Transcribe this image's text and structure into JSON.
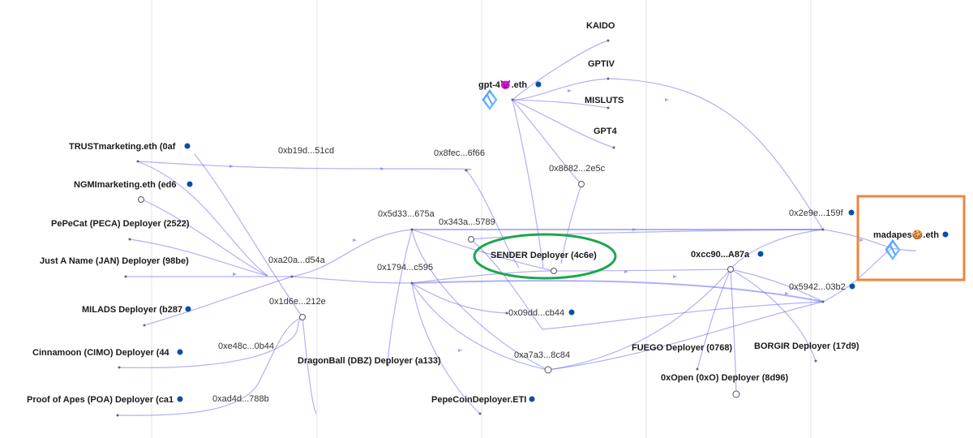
{
  "nodes": {
    "kaido": {
      "label": "KAIDO"
    },
    "gptiv": {
      "label": "GPTIV"
    },
    "misluts": {
      "label": "MISLUTS"
    },
    "gpt4": {
      "label": "GPT4"
    },
    "gpt4eth": {
      "label": "gpt-4😈.eth"
    },
    "trust": {
      "label": "TRUSTmarketing.eth (0af"
    },
    "ngmi": {
      "label": "NGMImarketing.eth (ed6"
    },
    "pepecat": {
      "label": "PePeCat (PECA) Deployer (2522)"
    },
    "jan": {
      "label": "Just A Name (JAN) Deployer (98be)"
    },
    "milads": {
      "label": "MILADS Deployer (b287"
    },
    "cimo": {
      "label": "Cinnamoon (CIMO) Deployer (44"
    },
    "poa": {
      "label": "Proof of Apes (POA) Deployer (ca1"
    },
    "b19d": {
      "label": "0xb19d...51cd"
    },
    "a20a": {
      "label": "0xa20a...d54a"
    },
    "d1e6": {
      "label": "0x1d6e...212e"
    },
    "e48c": {
      "label": "0xe48c...0b44"
    },
    "ad4d": {
      "label": "0xad4d...788b"
    },
    "f8fec": {
      "label": "0x8fec...6f66"
    },
    "a8682": {
      "label": "0x8682...2e5c"
    },
    "d5d33": {
      "label": "0x5d33...675a"
    },
    "a343a": {
      "label": "0x343a...5789"
    },
    "a1794": {
      "label": "0x1794...c595"
    },
    "sender": {
      "label": "SENDER Deployer (4c6e)"
    },
    "dbz": {
      "label": "DragonBall (DBZ) Deployer (a133)"
    },
    "pepecoin": {
      "label": "PepeCoinDeployer.ETI"
    },
    "d09dd": {
      "label": "0x09dd...cb44"
    },
    "a7a3": {
      "label": "0xa7a3...8c84"
    },
    "cc90": {
      "label": "0xcc90...A87a"
    },
    "fuego": {
      "label": "FUEGO Deployer (0768)"
    },
    "borgir": {
      "label": "BORGIR Deployer (17d9)"
    },
    "oxo": {
      "label": "0xOpen (0xO) Deployer (8d96)"
    },
    "e2e9": {
      "label": "0x2e9e...159f"
    },
    "e5942": {
      "label": "0x5942...03b2"
    },
    "madapes": {
      "label": "madapes🍪.eth"
    }
  },
  "colors": {
    "edge": "#6f6ff0",
    "node_dot": "#0b4fa8",
    "highlight_box": "#f0843a",
    "highlight_ellipse": "#1ea64a",
    "gridline": "#e3e3e8"
  }
}
